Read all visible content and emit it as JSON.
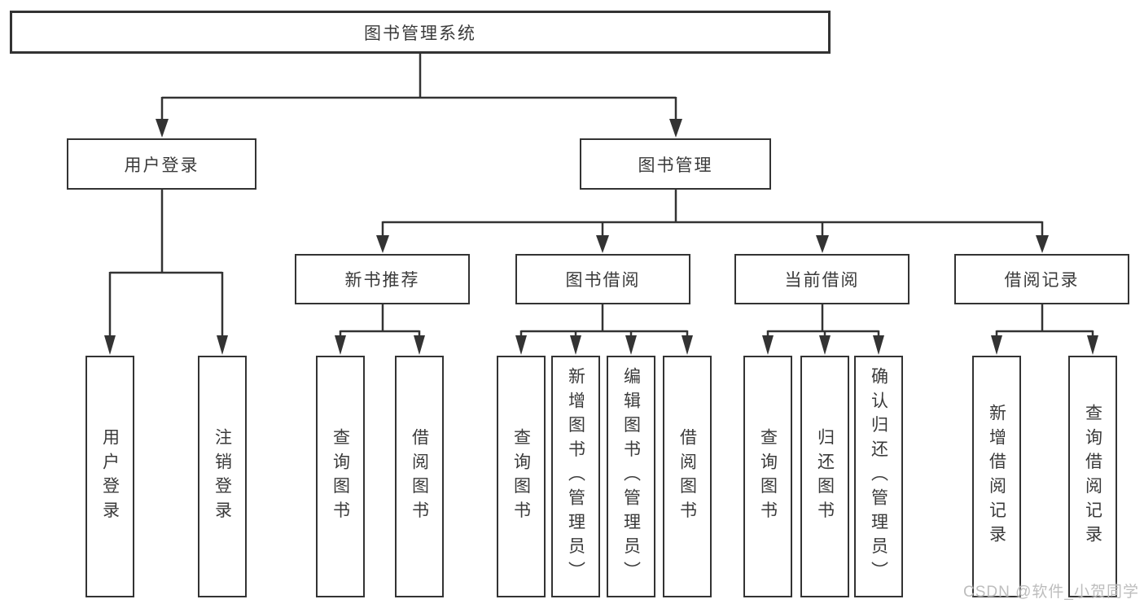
{
  "diagram": {
    "root": {
      "label": "图书管理系统"
    },
    "branches": [
      {
        "label": "用户登录",
        "children": [
          {
            "label": "用户登录"
          },
          {
            "label": "注销登录"
          }
        ]
      },
      {
        "label": "图书管理",
        "children": [
          {
            "label": "新书推荐",
            "children": [
              {
                "label": "查询图书"
              },
              {
                "label": "借阅图书"
              }
            ]
          },
          {
            "label": "图书借阅",
            "children": [
              {
                "label": "查询图书"
              },
              {
                "label": "新增图书（管理员）"
              },
              {
                "label": "编辑图书（管理员）"
              },
              {
                "label": "借阅图书"
              }
            ]
          },
          {
            "label": "当前借阅",
            "children": [
              {
                "label": "查询图书"
              },
              {
                "label": "归还图书"
              },
              {
                "label": "确认归还（管理员）"
              }
            ]
          },
          {
            "label": "借阅记录",
            "children": [
              {
                "label": "新增借阅记录"
              },
              {
                "label": "查询借阅记录"
              }
            ]
          }
        ]
      }
    ],
    "watermark": "CSDN @软件_小贺同学",
    "colors": {
      "line": "#333333",
      "box_border": "#333333",
      "text": "#3a3a3a",
      "background": "#ffffff",
      "watermark": "#b9b9b9"
    }
  }
}
